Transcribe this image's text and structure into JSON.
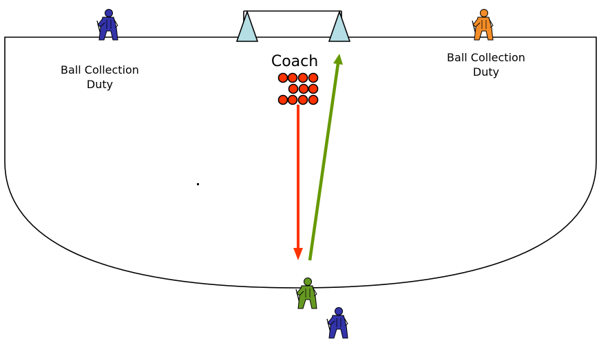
{
  "labels": {
    "left_duty_line1": "Ball Collection",
    "left_duty_line2": "Duty",
    "right_duty_line1": "Ball Collection",
    "right_duty_line2": "Duty",
    "coach": "Coach"
  },
  "colors": {
    "outline": "#000000",
    "cone_fill": "#b5dde4",
    "ball_fill": "#ff3300",
    "feed_arrow": "#ff3300",
    "shot_arrow": "#669900",
    "player_blue": "#3333aa",
    "player_orange": "#f28c28",
    "player_green": "#669922"
  },
  "icons": {
    "goal": "goal-frame-icon",
    "cone": "triangle-cone-icon",
    "ball": "ball-icon",
    "player": "hockey-player-icon"
  }
}
